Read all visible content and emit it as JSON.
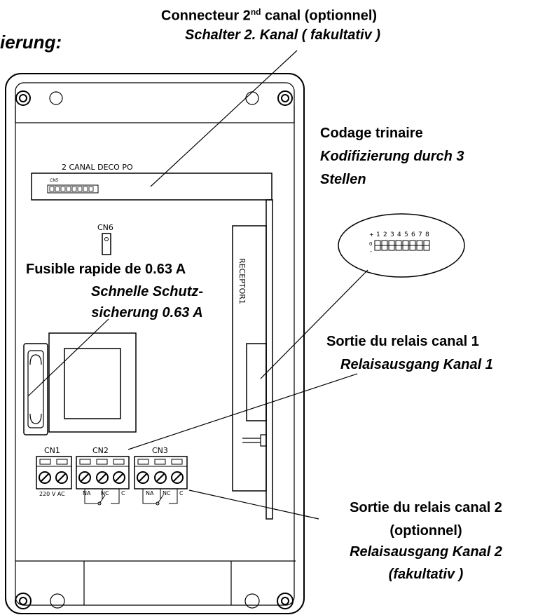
{
  "heading_fragment": "ierung:",
  "callouts": {
    "channel2_connector": {
      "fr_pre": "Connecteur 2",
      "fr_sup": "nd",
      "fr_post": " canal (optionnel)",
      "de": "Schalter 2. Kanal ( fakultativ )"
    },
    "trinary_coding": {
      "fr": "Codage trinaire",
      "de_line1": "Kodifizierung durch 3",
      "de_line2": "Stellen"
    },
    "fast_fuse": {
      "fr": "Fusible rapide de 0.63 A",
      "de_line1": "Schnelle Schutz-",
      "de_line2": "sicherung 0.63 A"
    },
    "relay1": {
      "fr": "Sortie du relais canal 1",
      "de": "Relaisausgang Kanal 1"
    },
    "relay2": {
      "fr_line1": "Sortie du relais canal 2",
      "fr_line2": "(optionnel)",
      "de_line1": "Relaisausgang Kanal 2",
      "de_line2": "(fakultativ )"
    }
  },
  "board": {
    "module_label": "2 CANAL DECO PO",
    "cn5_label": "CN5",
    "cn6_label": "CN6",
    "receptor_label": "RECEPTOR1",
    "cn1_label": "CN1",
    "cn2_label": "CN2",
    "cn3_label": "CN3",
    "voltage_label": "220 V AC",
    "terminals": {
      "na": "NA",
      "nc": "NC",
      "c": "C"
    }
  },
  "dip": {
    "numbers": [
      "1",
      "2",
      "3",
      "4",
      "5",
      "6",
      "7",
      "8"
    ],
    "plus": "+",
    "zero": "0",
    "minus": "-"
  }
}
